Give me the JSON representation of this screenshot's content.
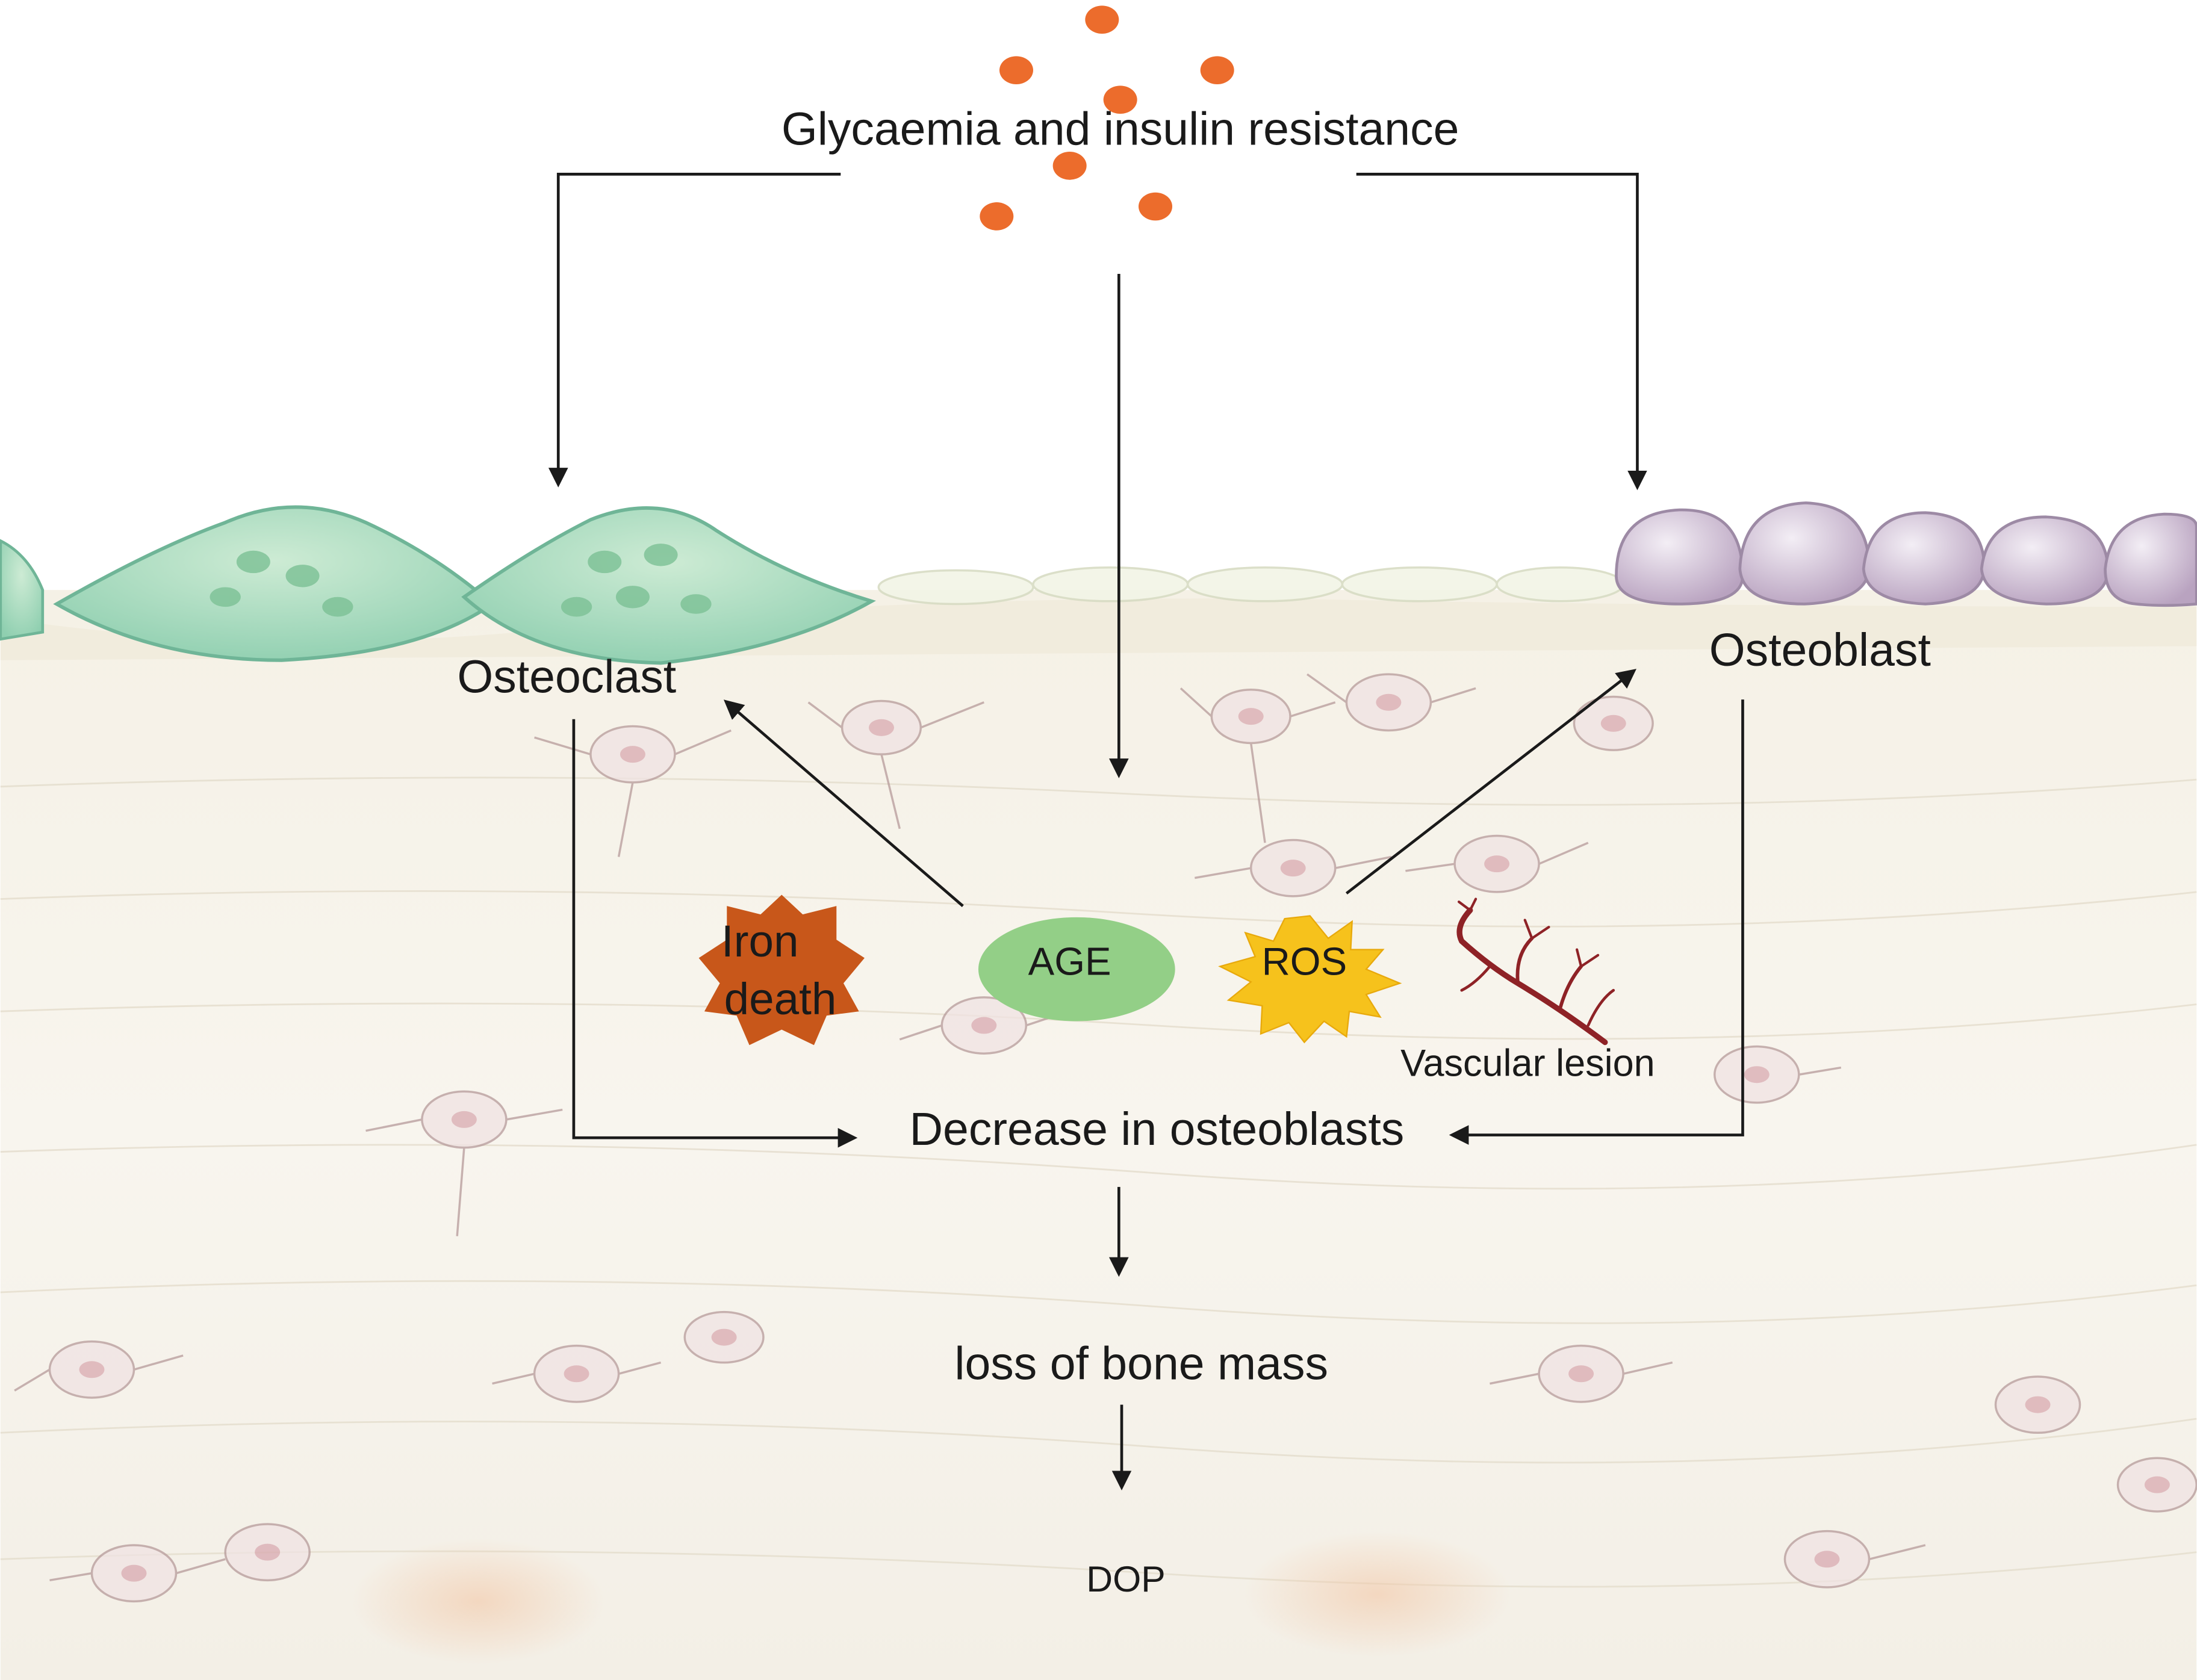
{
  "labels": {
    "top_cause": "Glycaemia and insulin resistance",
    "osteoclast": "Osteoclast",
    "osteoblast": "Osteoblast",
    "iron_death_line1": "Iron",
    "iron_death_line2": "death",
    "age": "AGE",
    "ros": "ROS",
    "vascular_lesion": "Vascular lesion",
    "decrease_osteoblasts": "Decrease in osteoblasts",
    "loss_bone_mass": "loss of bone mass",
    "dop": "DOP"
  },
  "colors": {
    "glucose_dot": "#ec6c2c",
    "iron_death": "#c8571a",
    "age": "#93cf87",
    "ros": "#f6c21c",
    "vessel": "#8e2226",
    "osteoclast_cell": "#9fd6b0",
    "osteoblast_cell": "#c7b3cc",
    "bone_matrix": "#f3efe2",
    "arrow": "#1a1a1a"
  }
}
